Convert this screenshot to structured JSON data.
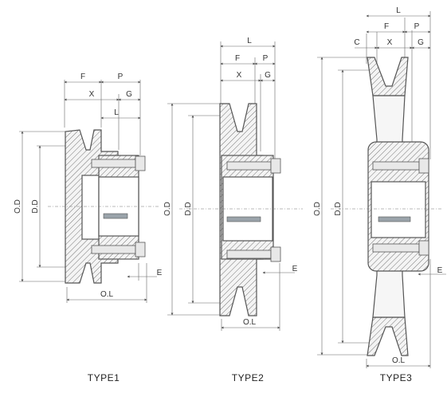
{
  "types": [
    {
      "caption": "TYPE1",
      "dims": {
        "F": "F",
        "P": "P",
        "X": "X",
        "G": "G",
        "L": "L",
        "OD": "O.D",
        "DD": "D.D",
        "OL": "O.L",
        "E": "E"
      }
    },
    {
      "caption": "TYPE2",
      "dims": {
        "L": "L",
        "F": "F",
        "P": "P",
        "X": "X",
        "G": "G",
        "OD": "O.D",
        "DD": "D.D",
        "OL": "O.L",
        "E": "E"
      }
    },
    {
      "caption": "TYPE3",
      "dims": {
        "L": "L",
        "F": "F",
        "P": "P",
        "C": "C",
        "X": "X",
        "G": "G",
        "OD": "O.D",
        "DD": "D.D",
        "OL": "O.L",
        "E": "E"
      }
    }
  ],
  "colors": {
    "line": "#555555",
    "hatch": "#555555",
    "slot": "#9aa3aa"
  }
}
